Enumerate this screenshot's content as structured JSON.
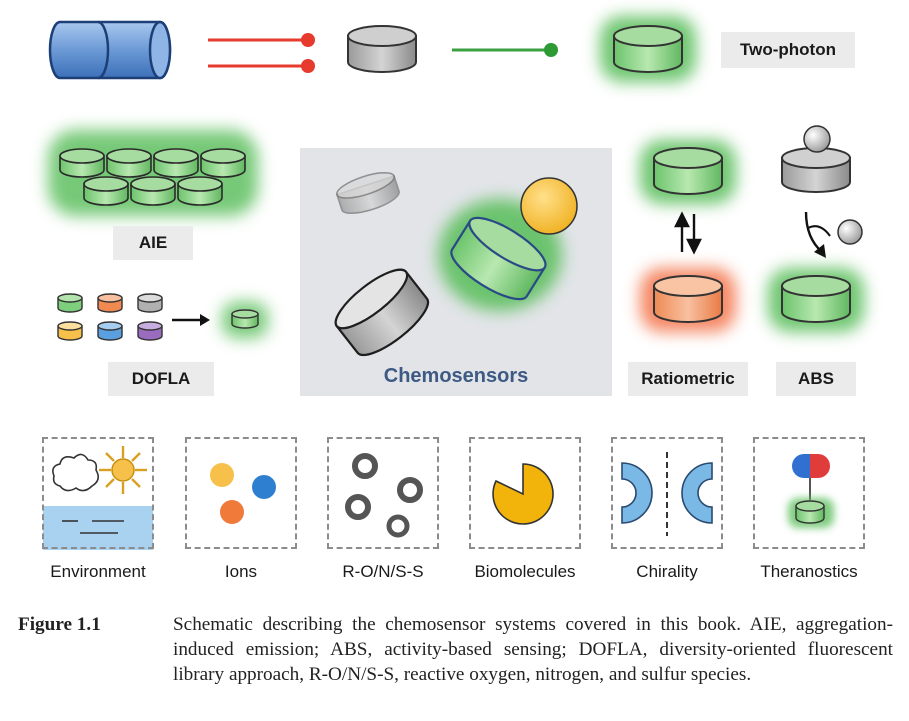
{
  "labels": {
    "two_photon": "Two-photon",
    "aie": "AIE",
    "dofla": "DOFLA",
    "chemosensors": "Chemosensors",
    "ratiometric": "Ratiometric",
    "abs": "ABS"
  },
  "categories": [
    {
      "label": "Environment",
      "icon": "environment-icon"
    },
    {
      "label": "Ions",
      "icon": "ions-icon"
    },
    {
      "label": "R-O/N/S-S",
      "icon": "ring-species-icon"
    },
    {
      "label": "Biomolecules",
      "icon": "pie-biomolecule-icon"
    },
    {
      "label": "Chirality",
      "icon": "mirror-arcs-icon"
    },
    {
      "label": "Theranostics",
      "icon": "capsule-icon"
    }
  ],
  "caption": {
    "figure_number": "Figure 1.1",
    "text": "Schematic describing the chemosensor systems covered in this book. AIE, aggregation-induced emission; ABS, activity-based sensing; DOFLA, diversity-oriented fluorescent library approach, R-O/N/S-S, reactive oxygen, nitrogen, and sulfur species."
  },
  "colors": {
    "green_glow": "#5fc060",
    "green_fill": "#7dce7d",
    "red_line": "#e53a2c",
    "blue_cylinder": "#5a8fd0",
    "orange": "#f08a50",
    "yellow": "#f6c04a",
    "gray": "#a8a8a8",
    "panel": "#e2e4e8",
    "label_bg": "#ebebeb"
  }
}
